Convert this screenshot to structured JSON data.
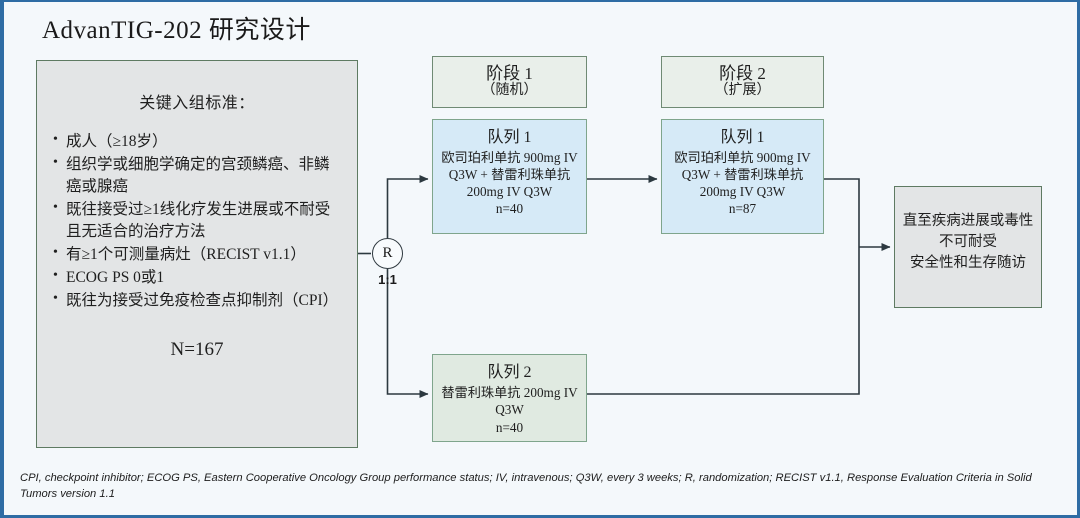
{
  "slide": {
    "title": "AdvanTIG-202 研究设计",
    "background_color": "#f4f8fb",
    "border_color": "#2e6ca4"
  },
  "criteria": {
    "heading": "关键入组标准：",
    "items": [
      "成人（≥18岁）",
      "组织学或细胞学确定的宫颈鳞癌、非鳞癌或腺癌",
      "既往接受过≥1线化疗发生进展或不耐受且无适合的治疗方法",
      "有≥1个可测量病灶（RECIST v1.1）",
      "ECOG PS 0或1",
      "既往为接受过免疫检查点抑制剂（CPI）"
    ],
    "total": "N=167",
    "fill_color": "#e3e5e6"
  },
  "stages": [
    {
      "name": "阶段 1",
      "sub": "（随机）",
      "fill_color": "#e9efea"
    },
    {
      "name": "阶段 2",
      "sub": "（扩展）",
      "fill_color": "#e9efea"
    }
  ],
  "cohorts": {
    "stage1_cohort1": {
      "title": "队列 1",
      "regimen": "欧司珀利单抗 900mg IV Q3W + 替雷利珠单抗 200mg IV Q3W",
      "n": "n=40",
      "fill_color": "#d6eaf7"
    },
    "stage2_cohort1": {
      "title": "队列 1",
      "regimen": "欧司珀利单抗 900mg IV Q3W + 替雷利珠单抗 200mg IV Q3W",
      "n": "n=87",
      "fill_color": "#d6eaf7"
    },
    "stage1_cohort2": {
      "title": "队列 2",
      "regimen": "替雷利珠单抗 200mg IV Q3W",
      "n": "n=40",
      "fill_color": "#e0eae1"
    }
  },
  "randomization": {
    "marker": "R",
    "ratio": "1:1"
  },
  "outcome": {
    "line1": "直至疾病进展或毒性",
    "line2": "不可耐受",
    "line3": "安全性和生存随访",
    "fill_color": "#e3e5e6"
  },
  "footnote": {
    "text": "CPI, checkpoint inhibitor; ECOG PS, Eastern Cooperative Oncology Group performance status; IV, intravenous; Q3W, every 3 weeks; R, randomization; RECIST v1.1, Response Evaluation Criteria in Solid Tumors version 1.1"
  }
}
